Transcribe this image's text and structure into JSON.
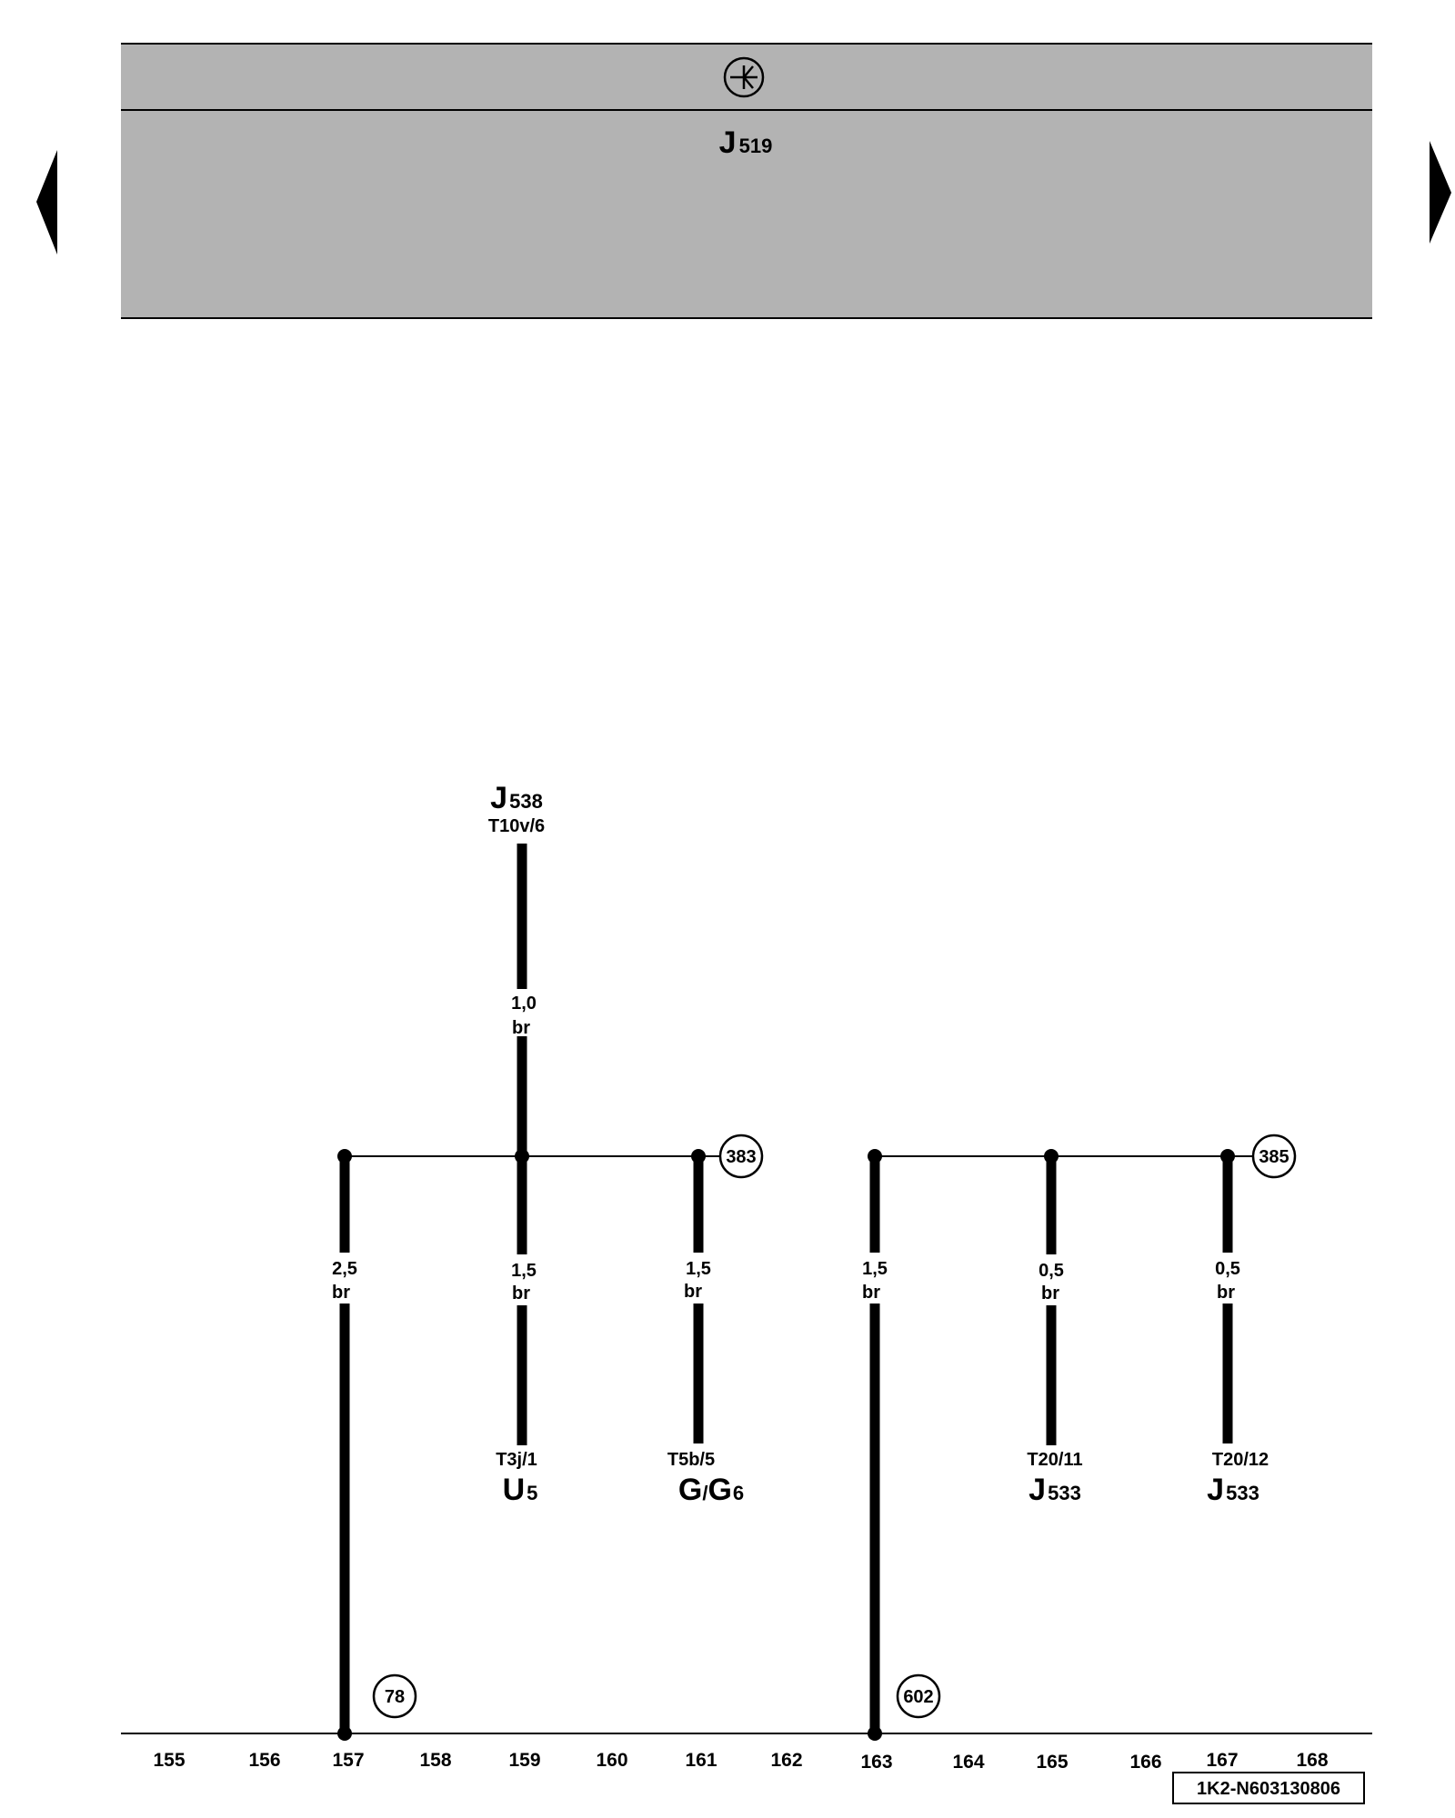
{
  "header": {
    "symbol_icon": "circled-asterisk-ground-icon",
    "module": {
      "main": "J",
      "sub": "519"
    },
    "band_color": "#b3b3b3"
  },
  "nav": {
    "prev_icon": "triangle-left-icon",
    "next_icon": "triangle-right-icon"
  },
  "top_component": {
    "main": "J",
    "sub": "538",
    "terminal": "T10v/6"
  },
  "top_wire": {
    "size": "1,0",
    "color": "br"
  },
  "junctions": [
    {
      "ref": "383"
    },
    {
      "ref": "385"
    }
  ],
  "wires": [
    {
      "size": "2,5",
      "color": "br",
      "terminal": "",
      "comp_main": "",
      "comp_sep": "",
      "comp_main2": "",
      "comp_sub": ""
    },
    {
      "size": "1,5",
      "color": "br",
      "terminal": "T3j/1",
      "comp_main": "U",
      "comp_sep": "",
      "comp_main2": "",
      "comp_sub": "5"
    },
    {
      "size": "1,5",
      "color": "br",
      "terminal": "T5b/5",
      "comp_main": "G",
      "comp_sep": "/",
      "comp_main2": "G",
      "comp_sub": "6"
    },
    {
      "size": "1,5",
      "color": "br",
      "terminal": "",
      "comp_main": "",
      "comp_sep": "",
      "comp_main2": "",
      "comp_sub": ""
    },
    {
      "size": "0,5",
      "color": "br",
      "terminal": "T20/11",
      "comp_main": "J",
      "comp_sep": "",
      "comp_main2": "",
      "comp_sub": "533"
    },
    {
      "size": "0,5",
      "color": "br",
      "terminal": "T20/12",
      "comp_main": "J",
      "comp_sep": "",
      "comp_main2": "",
      "comp_sub": "533"
    }
  ],
  "ground_refs": [
    "78",
    "602"
  ],
  "scale": [
    "155",
    "156",
    "157",
    "158",
    "159",
    "160",
    "161",
    "162",
    "163",
    "164",
    "165",
    "166",
    "167",
    "168"
  ],
  "doc_id": "1K2-N603130806"
}
